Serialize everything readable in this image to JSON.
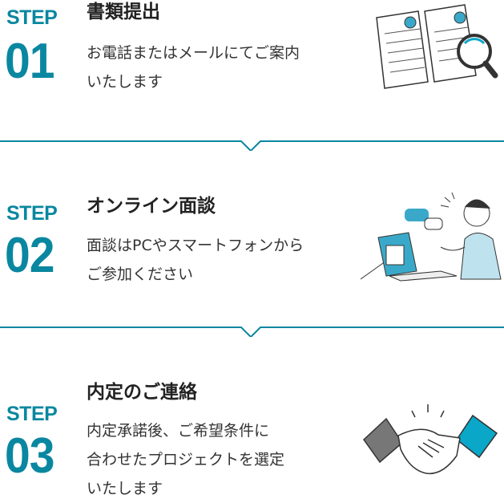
{
  "accent_color": "#0a87a0",
  "steps": [
    {
      "label": "STEP",
      "number": "01",
      "title": "書類提出",
      "lines": [
        "お電話またはメールにてご案内",
        "いたします"
      ],
      "illustration": "documents-magnifier-icon"
    },
    {
      "label": "STEP",
      "number": "02",
      "title": "オンライン面談",
      "lines": [
        "面談はPCやスマートフォンから",
        "ご参加ください"
      ],
      "illustration": "online-interview-icon"
    },
    {
      "label": "STEP",
      "number": "03",
      "title": "内定のご連絡",
      "lines": [
        "内定承諾後、ご希望条件に",
        "合わせたプロジェクトを選定",
        "いたします"
      ],
      "illustration": "handshake-icon"
    }
  ]
}
